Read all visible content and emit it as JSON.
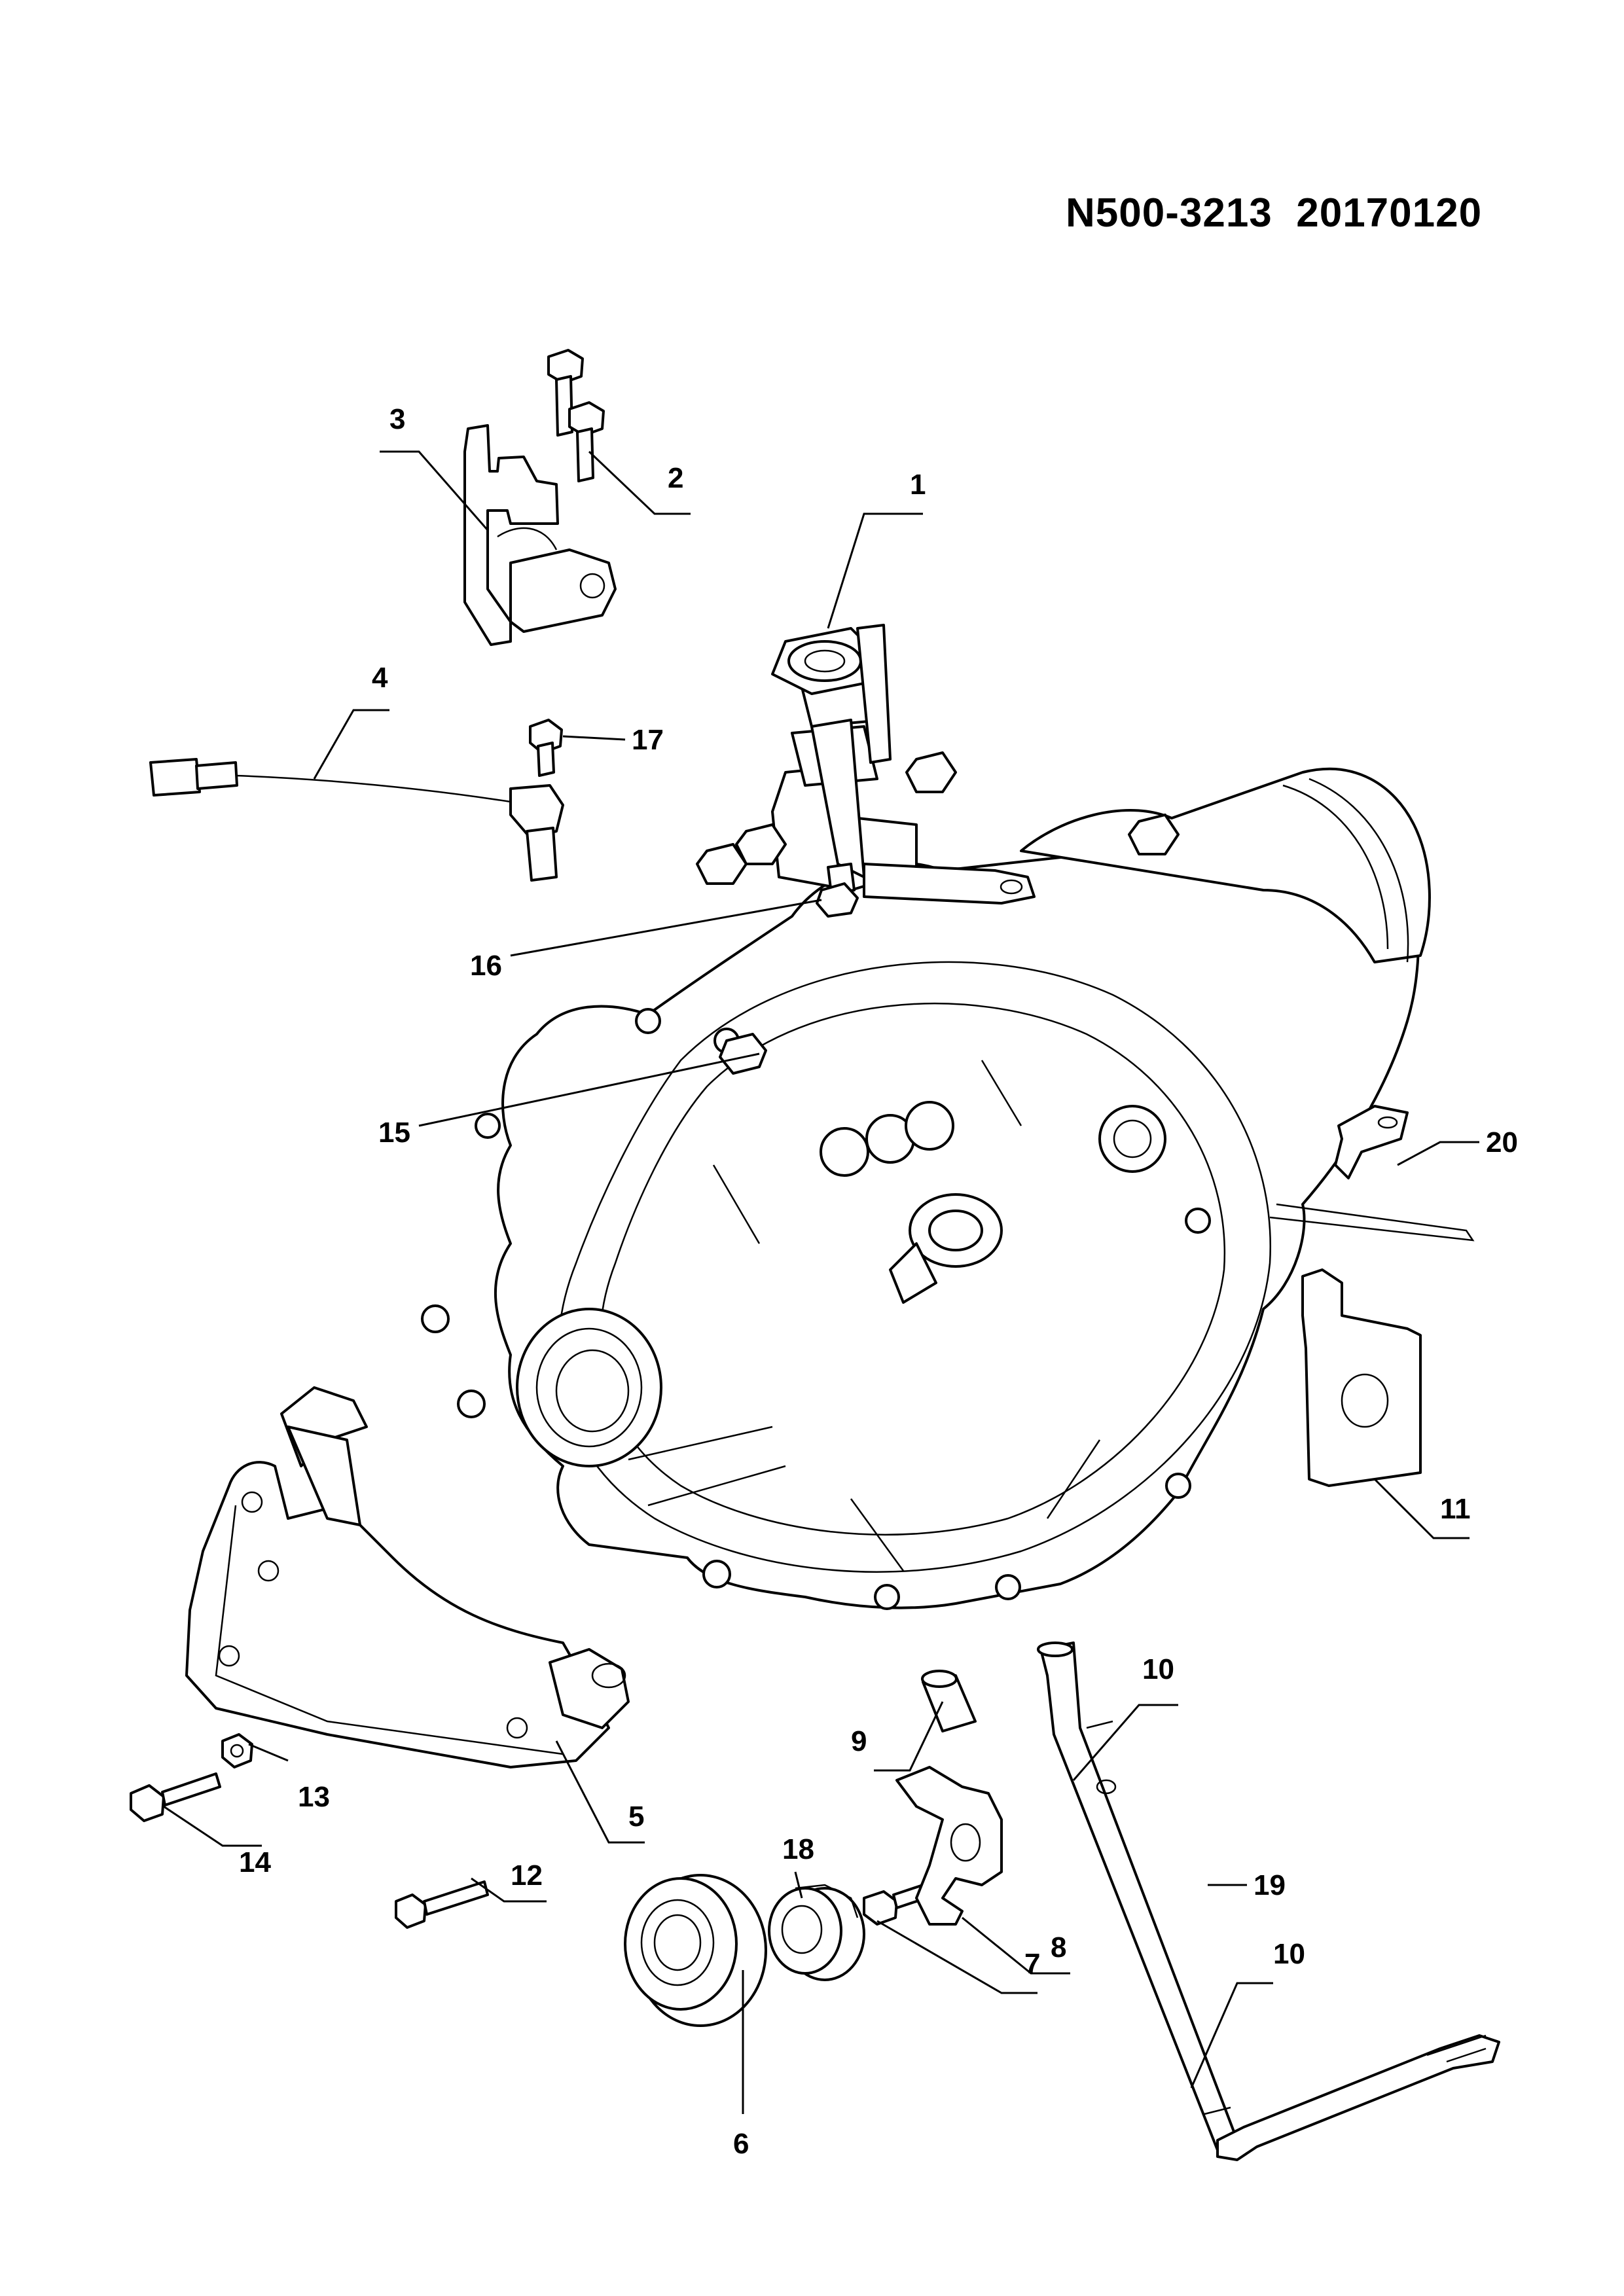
{
  "header": {
    "doc_code": "N500-3213  20170120"
  },
  "callouts": [
    "1",
    "2",
    "3",
    "4",
    "5",
    "6",
    "7",
    "8",
    "9",
    "10",
    "10",
    "11",
    "12",
    "13",
    "14",
    "15",
    "16",
    "17",
    "18",
    "19",
    "20"
  ]
}
